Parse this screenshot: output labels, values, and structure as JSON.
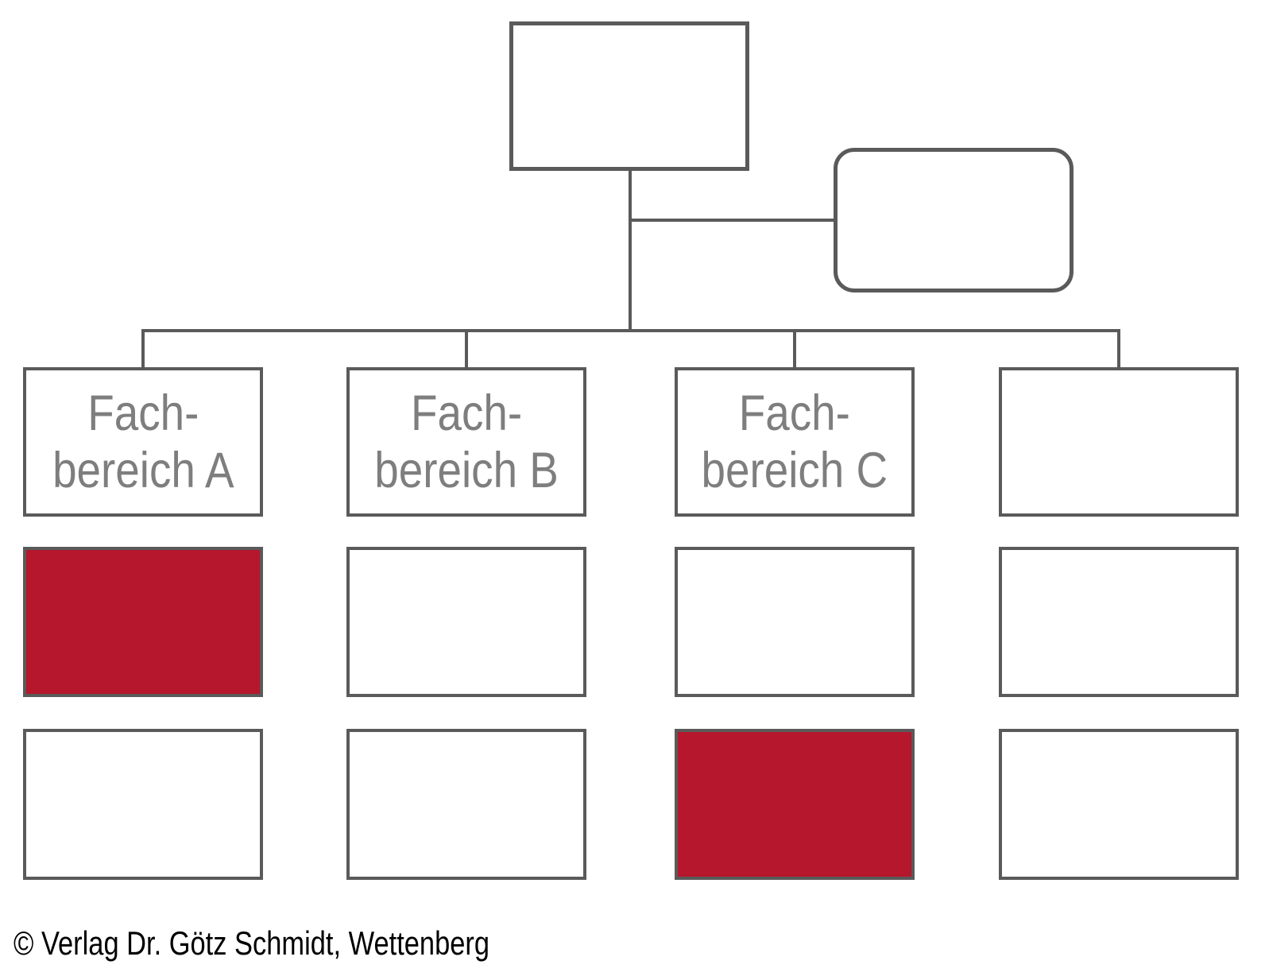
{
  "diagram": {
    "type": "org-chart",
    "top_box": {
      "label": ""
    },
    "staff_box": {
      "label": ""
    },
    "columns": [
      {
        "id": "A",
        "header": {
          "line1": "Fach-",
          "line2": "bereich A"
        },
        "cells": [
          {
            "row": 2,
            "highlighted": true
          },
          {
            "row": 3,
            "highlighted": false
          }
        ]
      },
      {
        "id": "B",
        "header": {
          "line1": "Fach-",
          "line2": "bereich B"
        },
        "cells": [
          {
            "row": 2,
            "highlighted": false
          },
          {
            "row": 3,
            "highlighted": false
          }
        ]
      },
      {
        "id": "C",
        "header": {
          "line1": "Fach-",
          "line2": "bereich C"
        },
        "cells": [
          {
            "row": 2,
            "highlighted": false
          },
          {
            "row": 3,
            "highlighted": true
          }
        ]
      },
      {
        "id": "D",
        "header": {
          "line1": "",
          "line2": ""
        },
        "cells": [
          {
            "row": 2,
            "highlighted": false
          },
          {
            "row": 3,
            "highlighted": false
          }
        ]
      }
    ]
  },
  "colors": {
    "line": "#5a5a5a",
    "label": "#7e7e7e",
    "highlight": "#b6172c",
    "text": "#000000",
    "bg": "#ffffff"
  },
  "footer": {
    "copyright": "© Verlag Dr. Götz Schmidt, Wettenberg"
  }
}
